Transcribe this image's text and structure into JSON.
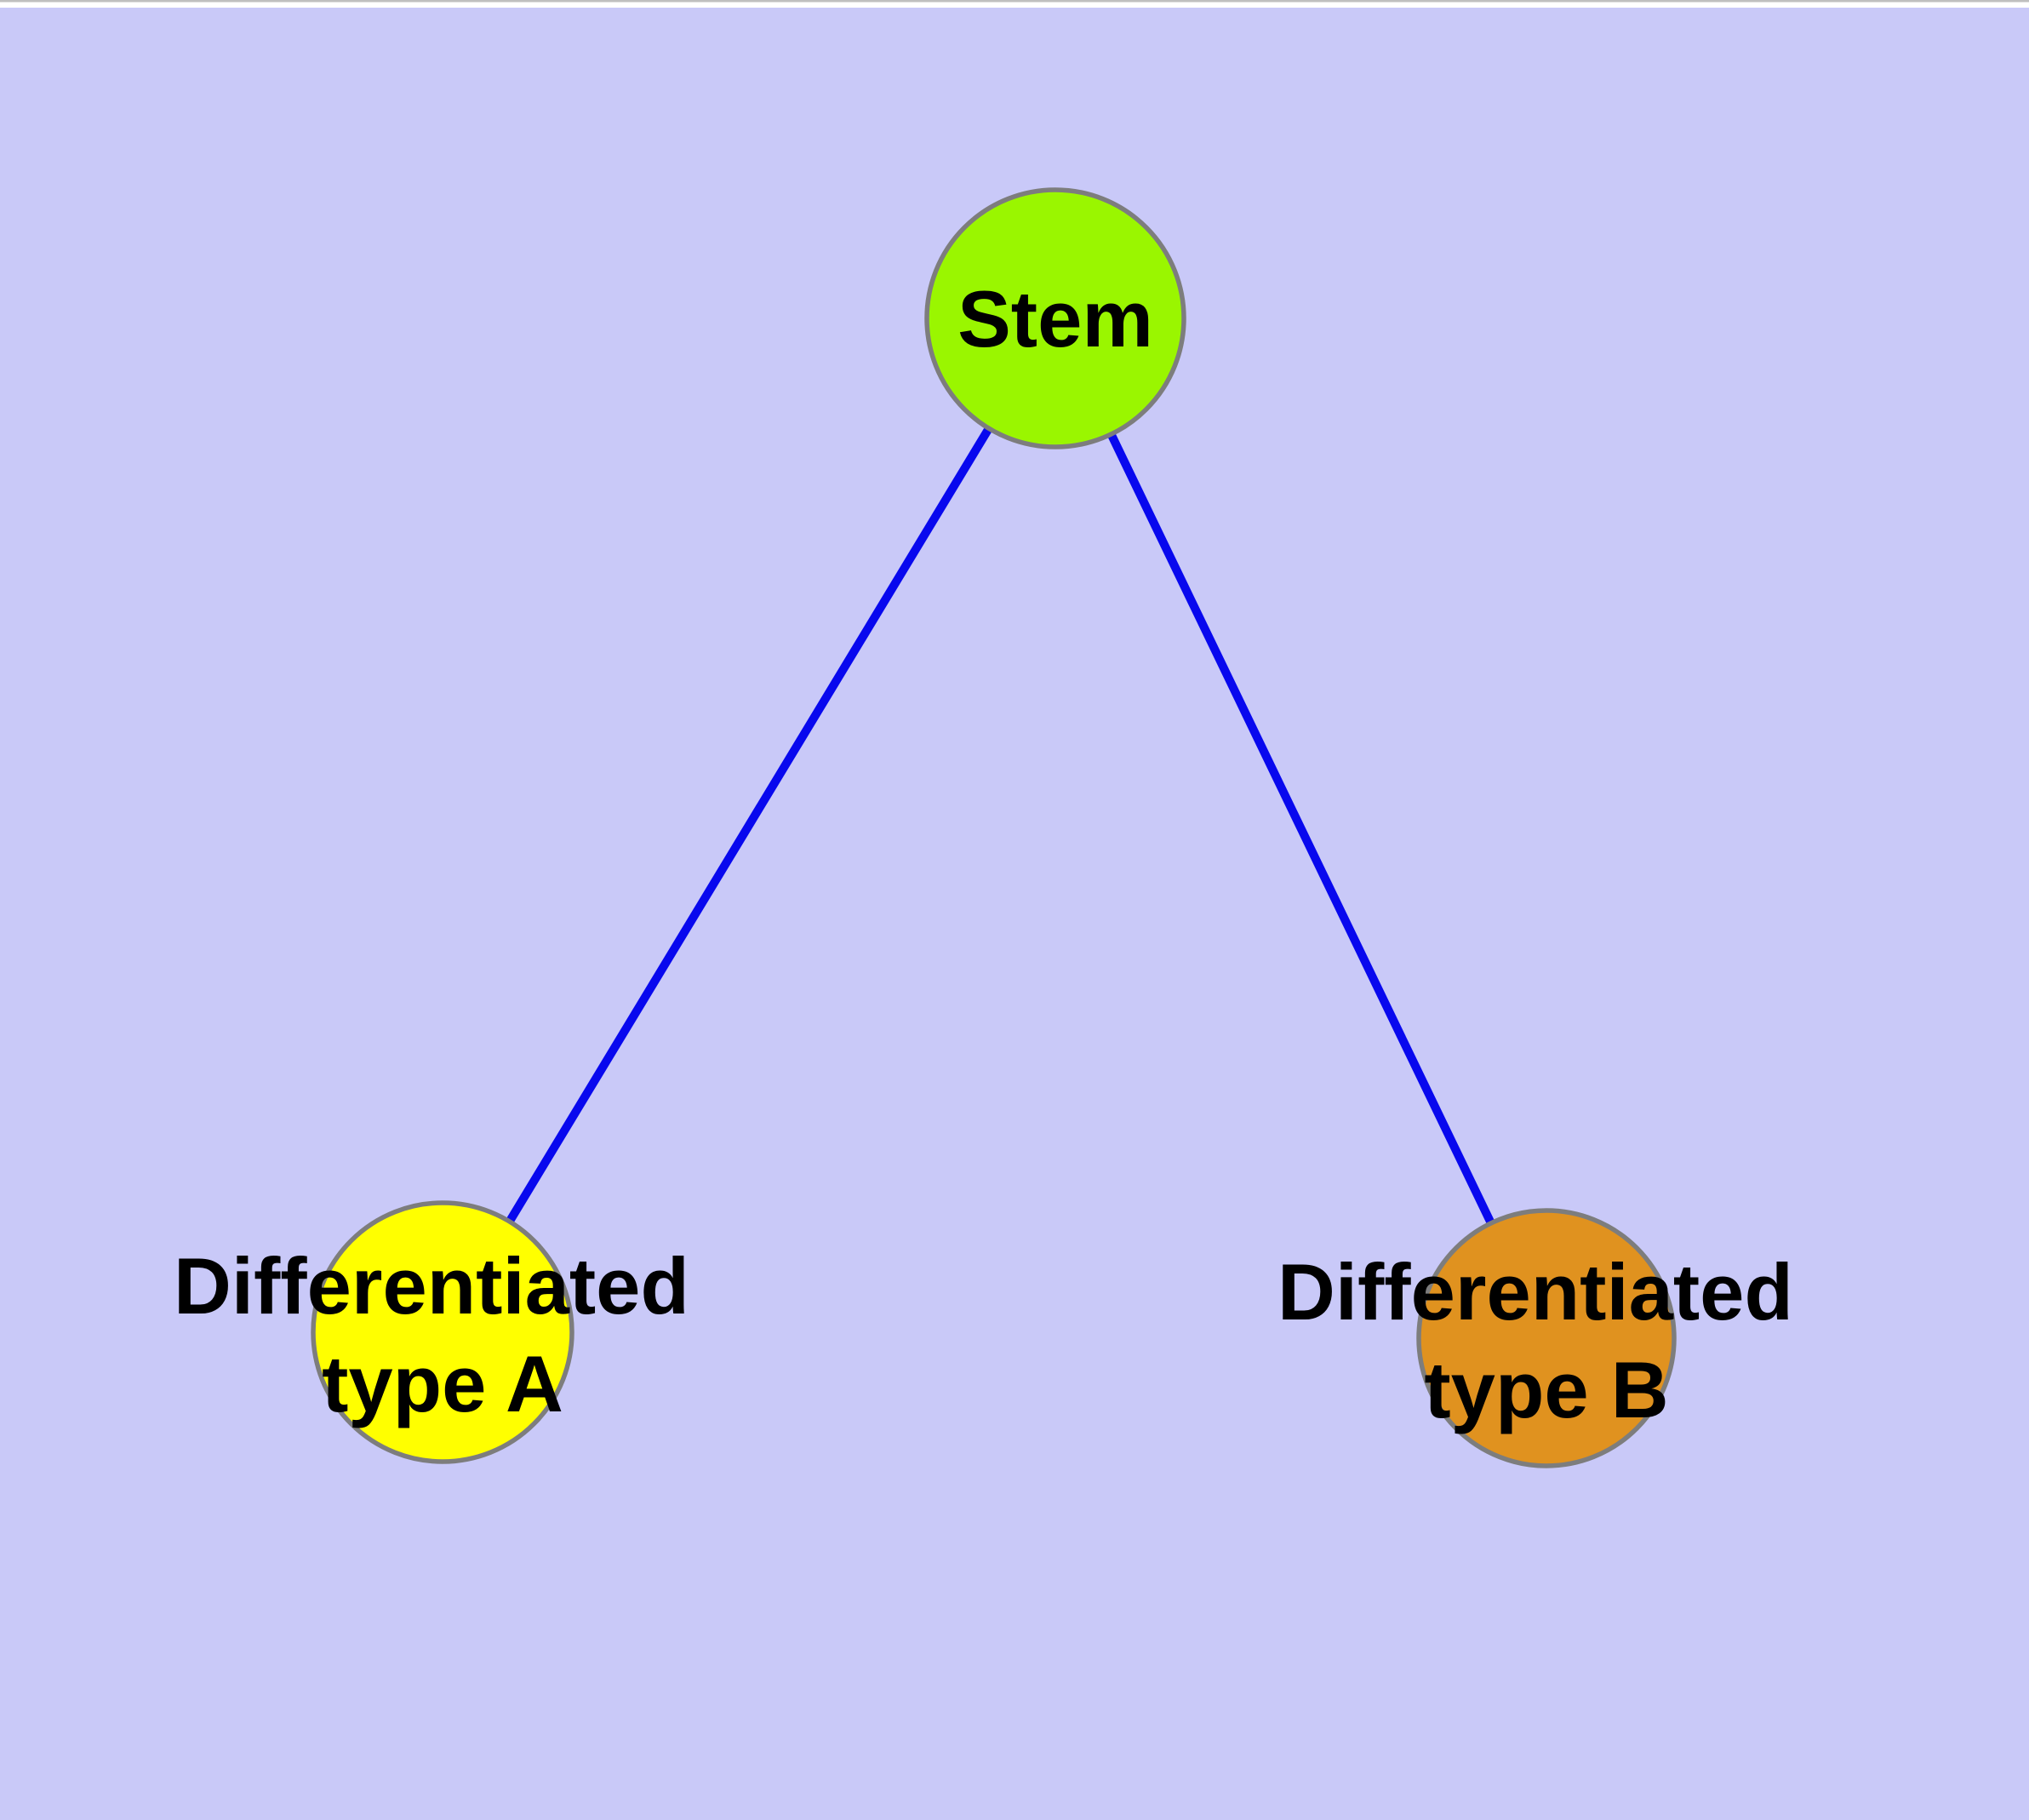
{
  "diagram": {
    "type": "graph",
    "nodes": {
      "stem": {
        "label": "Stem",
        "fill": "#9AF600"
      },
      "type_a": {
        "line1": "Differentiated",
        "line2": "type A",
        "label": "Differentiated type A",
        "fill": "#FFFF00"
      },
      "type_b": {
        "line1": "Differentiated",
        "line2": "type B",
        "label": "Differentiated type B",
        "fill": "#E0921F"
      }
    },
    "edges": [
      {
        "from": "Stem",
        "to": "Differentiated type A"
      },
      {
        "from": "Stem",
        "to": "Differentiated type B"
      }
    ],
    "colors": {
      "background": "#C9C9F8",
      "edge": "#0808EE",
      "node_border": "#7D7D7D",
      "text": "#000000",
      "top_strip": "#FFFFFF",
      "top_strip_line": "#BFBFBF"
    }
  }
}
